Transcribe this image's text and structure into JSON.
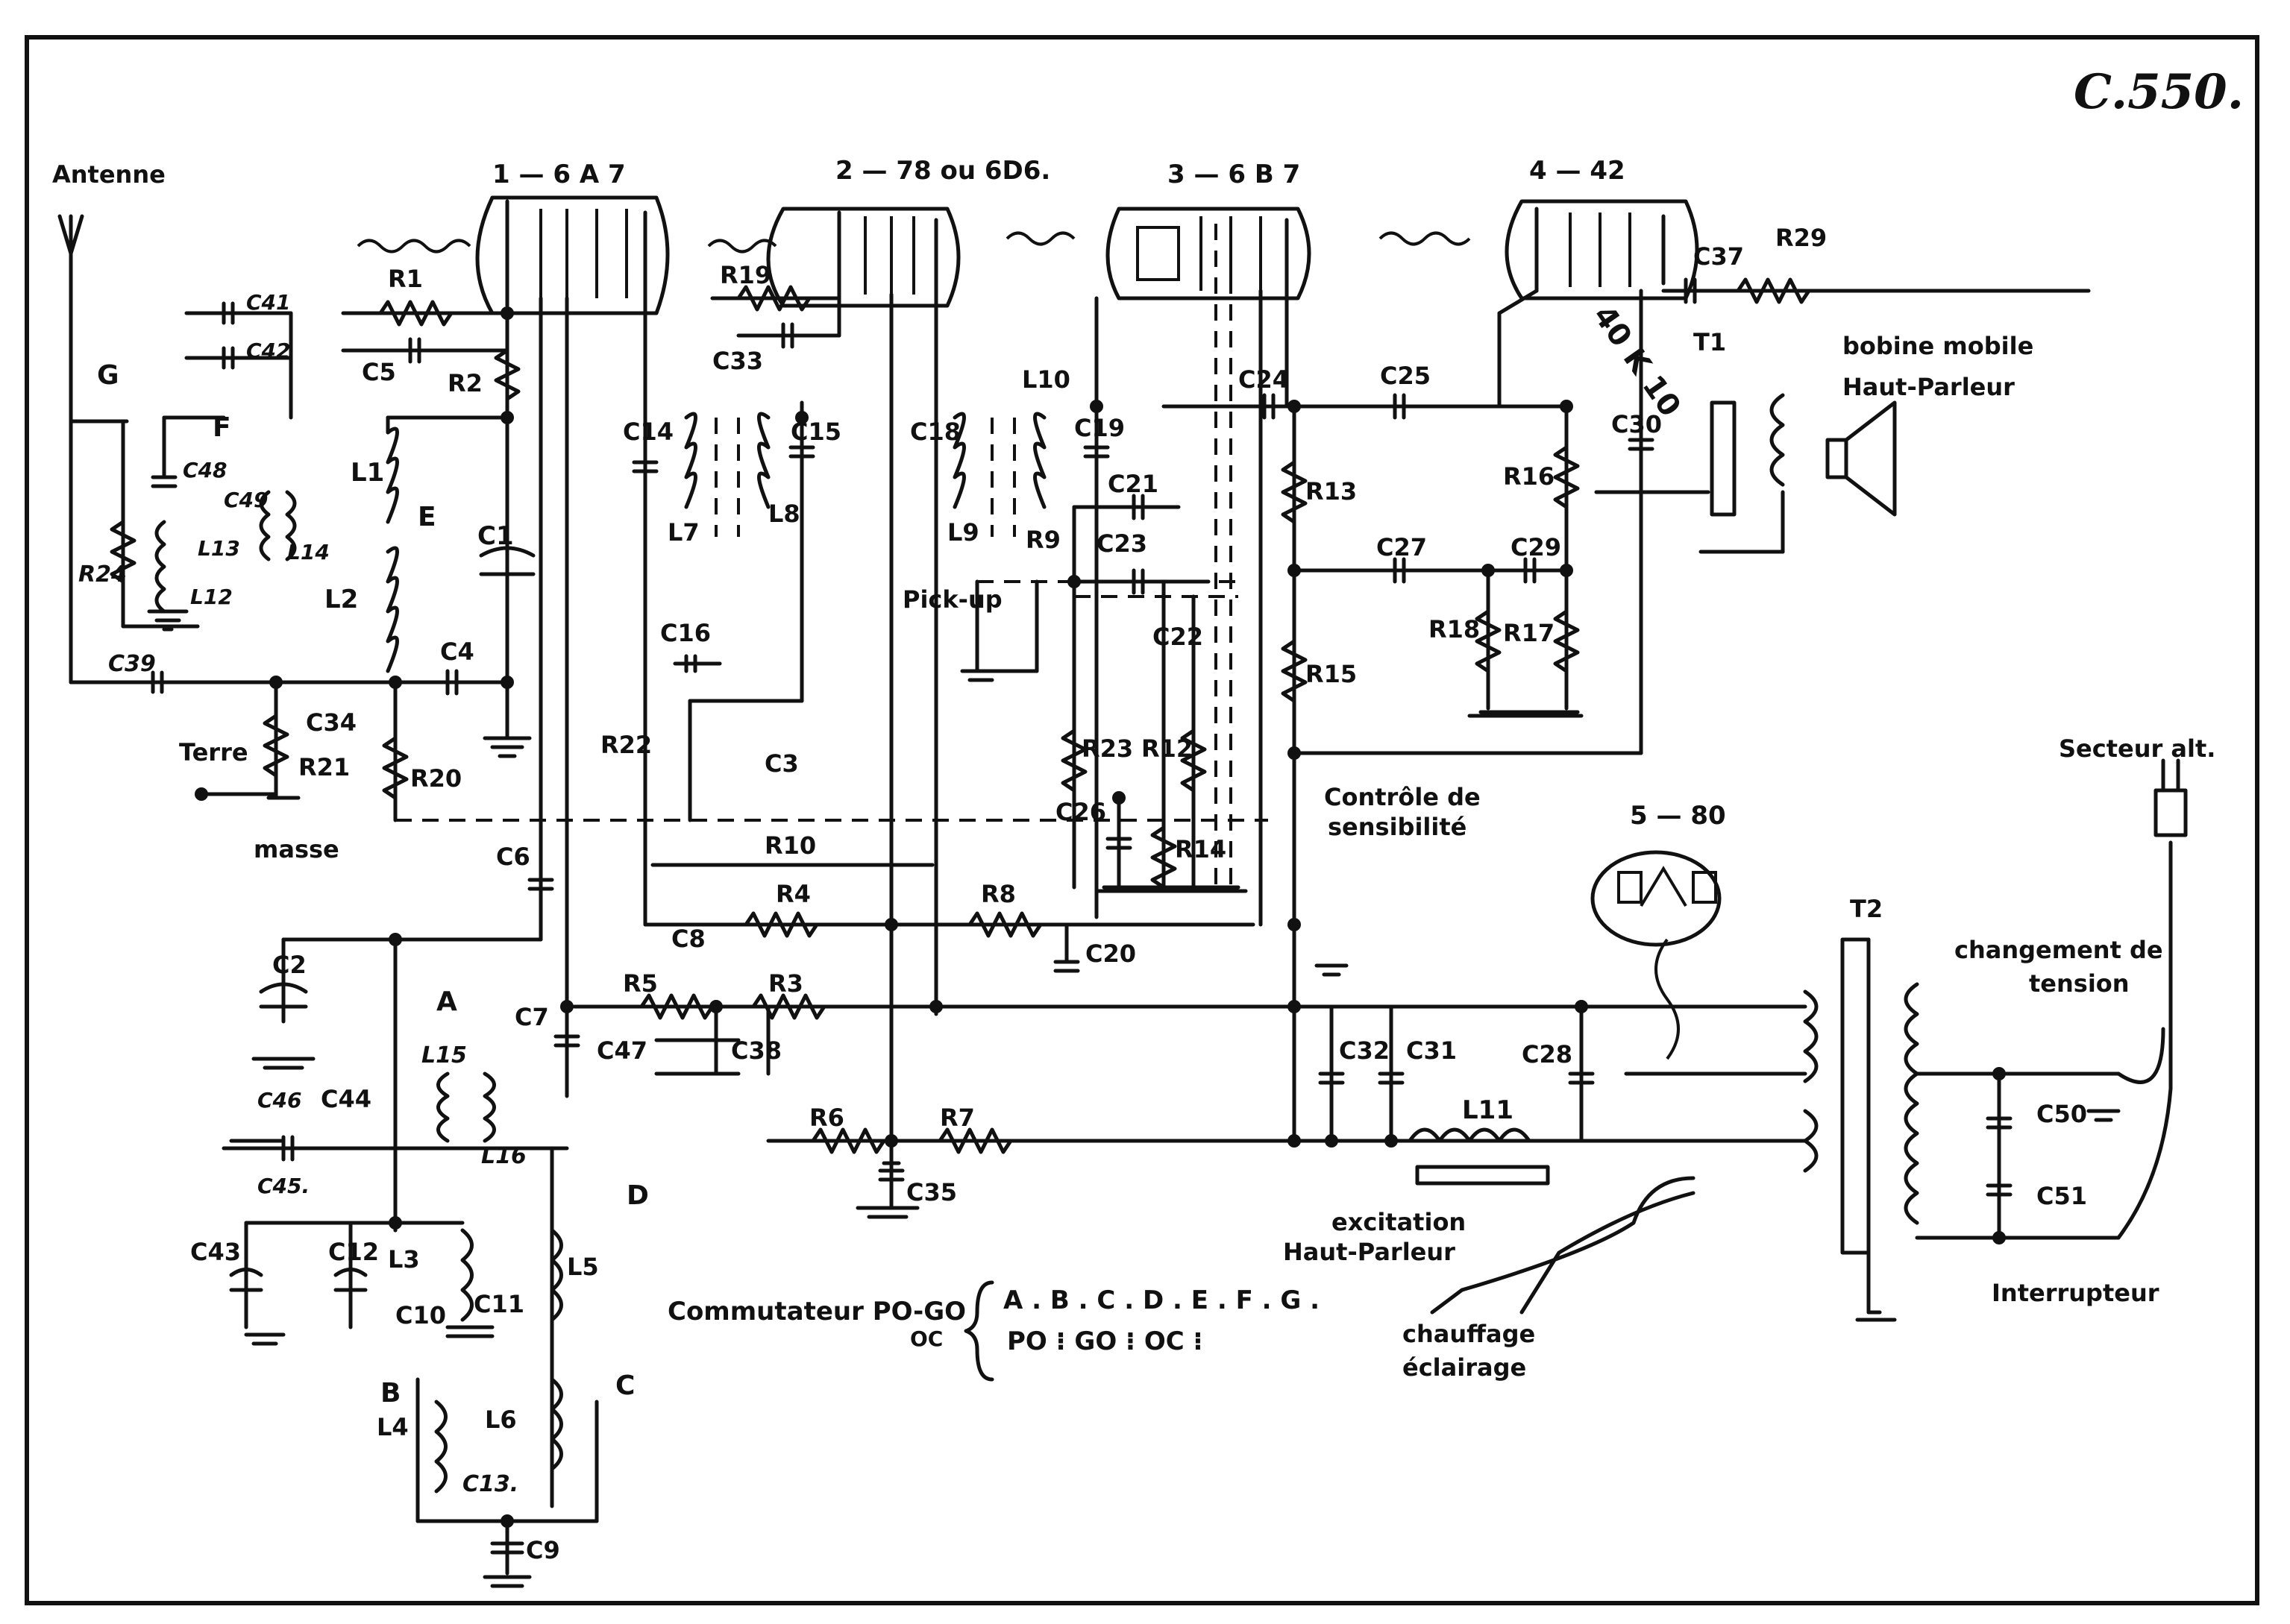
{
  "title": "C.550.",
  "tubes": {
    "t1": "1 — 6 A 7",
    "t2": "2 — 78 ou 6D6.",
    "t3": "3 — 6 B 7",
    "t4": "4 — 42",
    "t5": "5 — 80"
  },
  "labels": {
    "antenne": "Antenne",
    "terre": "Terre",
    "masse": "masse",
    "pickup": "Pick-up",
    "controle": "Contrôle de",
    "sensibilite": "sensibilité",
    "bobine": "bobine mobile",
    "hp": "Haut-Parleur",
    "secteur": "Secteur alt.",
    "changement": "changement de",
    "tension": "tension",
    "interrupteur": "Interrupteur",
    "excitation": "excitation",
    "excitation_hp": "Haut-Parleur",
    "chauffage": "chauffage",
    "eclairage": "éclairage",
    "commutateur": "Commutateur PO-GO",
    "commutateur_oc": "OC",
    "switch_letters": "A . B . C . D . E . F . G .",
    "switch_bands": "PO  ⁝  GO  ⁝ OC ⁝",
    "handwritten": "40 K 10",
    "letters": {
      "G": "G",
      "F": "F",
      "E": "E",
      "A": "A",
      "B": "B",
      "C": "C",
      "D": "D"
    }
  },
  "components": {
    "R1": "R1",
    "R2": "R2",
    "R3": "R3",
    "R4": "R4",
    "R5": "R5",
    "R6": "R6",
    "R7": "R7",
    "R8": "R8",
    "R9": "R9",
    "R10": "R10",
    "R12": "R12",
    "R13": "R13",
    "R14": "R14",
    "R15": "R15",
    "R16": "R16",
    "R17": "R17",
    "R18": "R18",
    "R19": "R19",
    "R20": "R20",
    "R21": "R21",
    "R22": "R22",
    "R23": "R23",
    "R24": "R24",
    "R29": "R29",
    "C1": "C1",
    "C2": "C2",
    "C3": "C3",
    "C4": "C4",
    "C5": "C5",
    "C6": "C6",
    "C7": "C7",
    "C8": "C8",
    "C9": "C9",
    "C10": "C10",
    "C11": "C11",
    "C12": "C12",
    "C13": "C13.",
    "C14": "C14",
    "C15": "C15",
    "C16": "C16",
    "C18": "C18",
    "C19": "C19",
    "C20": "C20",
    "C21": "C21",
    "C22": "C22",
    "C23": "C23",
    "C24": "C24",
    "C25": "C25",
    "C26": "C26",
    "C27": "C27",
    "C28": "C28",
    "C29": "C29",
    "C30": "C30",
    "C31": "C31",
    "C32": "C32",
    "C33": "C33",
    "C34": "C34",
    "C35": "C35",
    "C37": "C37",
    "C38": "C38",
    "C39": "C39",
    "C41": "C41",
    "C42": "C42",
    "C43": "C43",
    "C44": "C44",
    "C45": "C45.",
    "C46": "C46",
    "C47": "C47",
    "C48": "C48",
    "C49": "C49",
    "C50": "C50",
    "C51": "C51",
    "L1": "L1",
    "L2": "L2",
    "L3": "L3",
    "L4": "L4",
    "L5": "L5",
    "L6": "L6",
    "L7": "L7",
    "L8": "L8",
    "L9": "L9",
    "L10": "L10",
    "L11": "L11",
    "L12": "L12",
    "L13": "L13",
    "L14": "L14",
    "L15": "L15",
    "L16": "L16",
    "T1": "T1",
    "T2": "T2"
  }
}
